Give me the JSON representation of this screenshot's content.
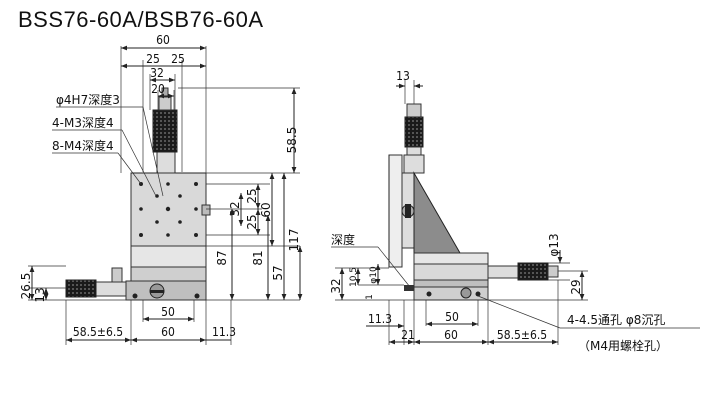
{
  "title": "BSS76-60A/BSB76-60A",
  "colors": {
    "line": "#222222",
    "stage_gray": "#d9d9d9",
    "dark_gray": "#8c8c8c",
    "black": "#1a1a1a",
    "background": "#ffffff"
  },
  "front_view": {
    "dims": {
      "d60_top": "60",
      "d25_left": "25",
      "d25_right": "25",
      "d32_top": "32",
      "d20": "20",
      "d58_5": "58.5",
      "d25_a": "25",
      "d32_mid": "32",
      "d25_b": "25",
      "d60_v": "60",
      "d87": "87",
      "d81": "81",
      "d57": "57",
      "d117": "117",
      "d26_5": "26.5",
      "d13": "13",
      "d50_bottom": "50",
      "d60_bottom": "60",
      "d58_5_tol": "58.5±6.5",
      "d11_3": "11.3"
    },
    "callouts": {
      "hole_h7": "φ4H7深度3",
      "m3": "4-M3深度4",
      "m4": "8-M4深度4"
    }
  },
  "side_view": {
    "dims": {
      "d13_top": "13",
      "d_phi13": "φ13",
      "d32": "32",
      "d10_5": "10.5",
      "d_phi10": "φ10",
      "d1": "1",
      "d29": "29",
      "d11_3": "11.3",
      "d50": "50",
      "d21": "21",
      "d60": "60",
      "d58_5_tol": "58.5±6.5"
    },
    "callouts": {
      "depth": "深度",
      "holes_line1": "4-4.5通孔 φ8沉孔",
      "holes_line2": "（M4用螺栓孔）"
    }
  }
}
